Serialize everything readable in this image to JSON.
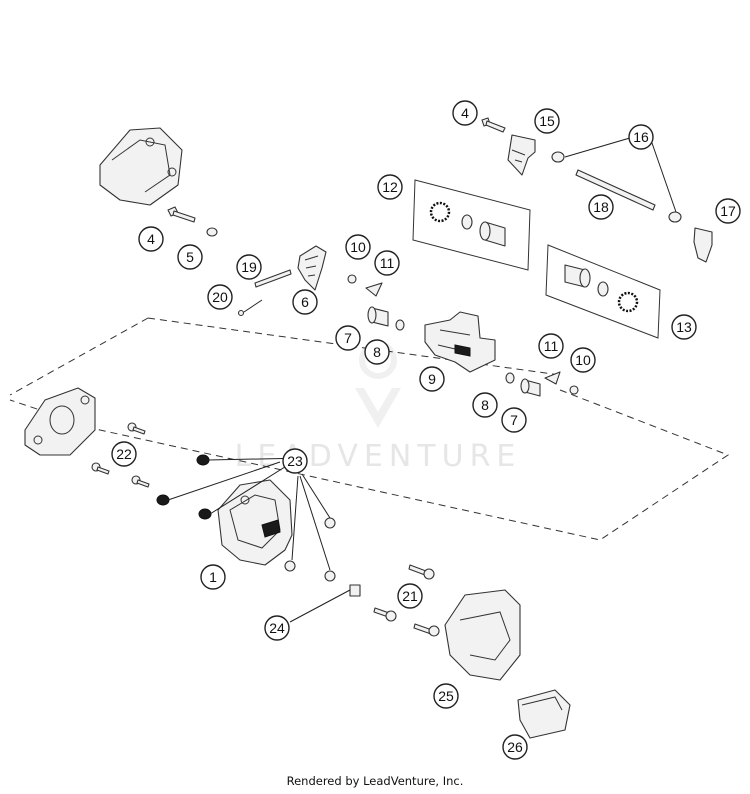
{
  "watermark": {
    "text": "LEADVENTURE"
  },
  "footer": {
    "text": "Rendered by LeadVenture, Inc."
  },
  "callouts": [
    {
      "id": "c4a",
      "label": "4"
    },
    {
      "id": "c15",
      "label": "15"
    },
    {
      "id": "c16",
      "label": "16"
    },
    {
      "id": "c17",
      "label": "17"
    },
    {
      "id": "c18",
      "label": "18"
    },
    {
      "id": "c12",
      "label": "12"
    },
    {
      "id": "c13",
      "label": "13"
    },
    {
      "id": "c4b",
      "label": "4"
    },
    {
      "id": "c5",
      "label": "5"
    },
    {
      "id": "c19",
      "label": "19"
    },
    {
      "id": "c20",
      "label": "20"
    },
    {
      "id": "c6",
      "label": "6"
    },
    {
      "id": "c10a",
      "label": "10"
    },
    {
      "id": "c11a",
      "label": "11"
    },
    {
      "id": "c7a",
      "label": "7"
    },
    {
      "id": "c8a",
      "label": "8"
    },
    {
      "id": "c9",
      "label": "9"
    },
    {
      "id": "c11b",
      "label": "11"
    },
    {
      "id": "c10b",
      "label": "10"
    },
    {
      "id": "c8b",
      "label": "8"
    },
    {
      "id": "c7b",
      "label": "7"
    },
    {
      "id": "c22",
      "label": "22"
    },
    {
      "id": "c23",
      "label": "23"
    },
    {
      "id": "c1",
      "label": "1"
    },
    {
      "id": "c21",
      "label": "21"
    },
    {
      "id": "c24",
      "label": "24"
    },
    {
      "id": "c25",
      "label": "25"
    },
    {
      "id": "c26",
      "label": "26"
    }
  ]
}
